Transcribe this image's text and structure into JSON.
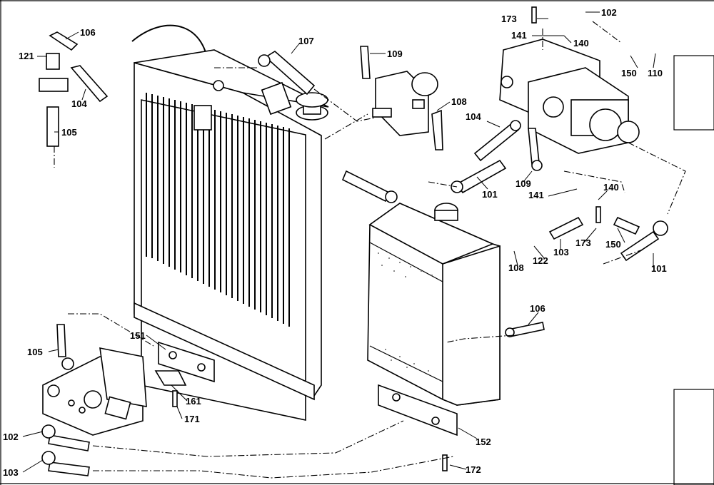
{
  "labels": {
    "p106a": "106",
    "p121": "121",
    "p104a": "104",
    "p105a": "105",
    "p107": "107",
    "p109a": "109",
    "p108a": "108",
    "p173a": "173",
    "p102a": "102",
    "p141a": "141",
    "p140a": "140",
    "p150a": "150",
    "p110": "110",
    "p104b": "104",
    "p109b": "109",
    "p101a": "101",
    "p141b": "141",
    "p140b": "140",
    "p173b": "173",
    "p103a": "103",
    "p122": "122",
    "p108b": "108",
    "p150b": "150",
    "p101b": "101",
    "p106b": "106",
    "p105b": "105",
    "p151": "151",
    "p161": "161",
    "p171": "171",
    "p102b": "102",
    "p103b": "103",
    "p152": "152",
    "p172": "172"
  },
  "icons": {
    "radiator": "radiator-icon",
    "tank": "hydraulic-tank-icon",
    "pump": "hydraulic-pump-icon",
    "valve": "control-valve-block-icon"
  }
}
